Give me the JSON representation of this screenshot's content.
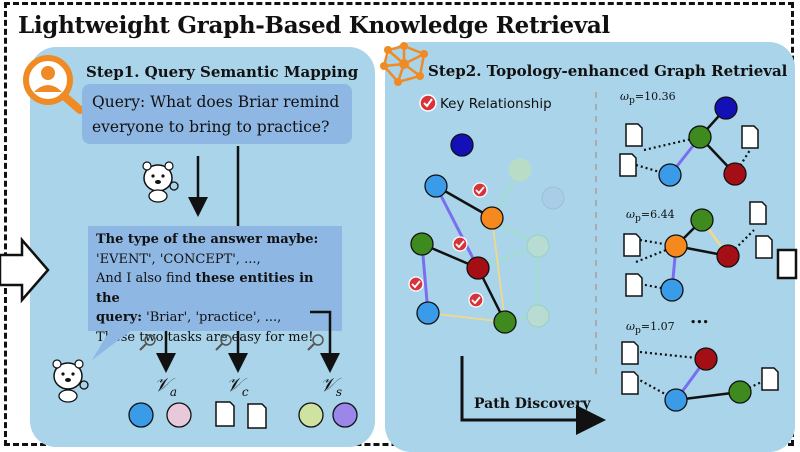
{
  "title": "Lightweight Graph-Based Knowledge Retrieval",
  "step1": {
    "label": "Step1. Query Semantic Mapping",
    "query_text": "Query: What does Briar remind everyone to bring to practice?",
    "answer": {
      "line1": "The type of the answer maybe:",
      "line2": "'EVENT', 'CONCEPT', ...,",
      "line3_prefix": "And I also find ",
      "line3_bold": "these entities in the",
      "line4_bold": "query:",
      "line4_rest": " 'Briar', 'practice', ...,",
      "line5": "These two tasks are easy for me!"
    },
    "sets": [
      {
        "symbol": "𝒱",
        "sub": "a"
      },
      {
        "symbol": "𝒱",
        "sub": "c"
      },
      {
        "symbol": "𝒱",
        "sub": "s"
      }
    ]
  },
  "step2": {
    "label": "Step2. Topology-enhanced Graph Retrieval",
    "legend": "Key Relationship",
    "paths": [
      {
        "omega_sym": "ω",
        "omega_sub": "p",
        "value": "=10.36"
      },
      {
        "omega_sym": "ω",
        "omega_sub": "p",
        "value": "=6.44"
      },
      {
        "omega_sym": "ω",
        "omega_sub": "p",
        "value": "=1.07"
      }
    ],
    "ellipsis": "...",
    "path_discovery": "Path Discovery"
  },
  "colors": {
    "panel_bg": "#a9d4ea",
    "box_bg": "#8fb7e3",
    "node_blue": "#3a9be8",
    "node_red": "#a30f14",
    "node_green": "#3f8a1e",
    "node_orange": "#f5891e",
    "node_navy": "#1410b8",
    "node_pink": "#e8c9d9",
    "node_lime": "#cfe3a0",
    "node_purple": "#9b87ea",
    "icon_orange": "#f08a24",
    "check_red": "#d7333a"
  }
}
